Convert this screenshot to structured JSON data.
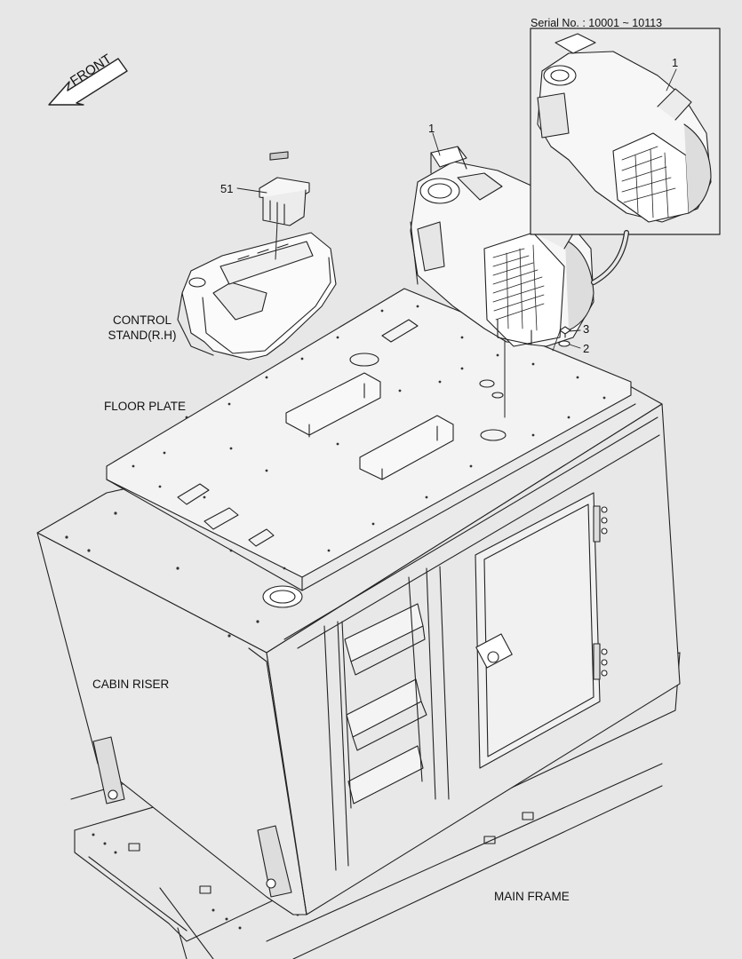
{
  "serial": "Serial No. : 10001 ~ 10113",
  "front_arrow": "FRONT",
  "labels": {
    "control_stand_l1": "CONTROL",
    "control_stand_l2": "STAND(R.H)",
    "floor_plate": "FLOOR PLATE",
    "cabin_riser": "CABIN RISER",
    "main_frame": "MAIN FRAME"
  },
  "callouts": {
    "inset_part": "1",
    "main_part": "1",
    "switch_part": "51",
    "bolt_part": "3",
    "washer_part": "2"
  }
}
